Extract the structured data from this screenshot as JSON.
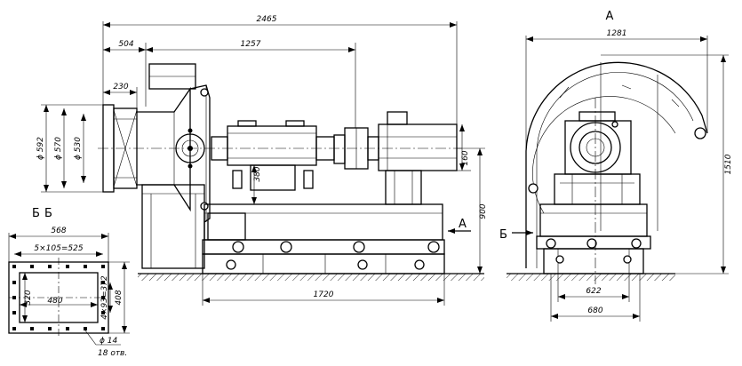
{
  "side_view": {
    "dims": {
      "overall_length": "2465",
      "inlet_length": "504",
      "center_to_motor": "1257",
      "flange_depth": "230",
      "flange_d1": "ϕ 592",
      "flange_d2": "ϕ 570",
      "flange_d3": "ϕ 530",
      "shaft_height": "380",
      "motor_height": "160",
      "axis_height": "900",
      "base_length": "1720"
    },
    "section_letter_A": "A",
    "section_letter_B": "Б"
  },
  "flange_view": {
    "title": "Б",
    "dims": {
      "outer_width": "568",
      "hole_pitch_h": "5×105=525",
      "inner_width": "480",
      "inner_height": "320",
      "hole_pitch_v": "4×93=372",
      "outer_height": "408",
      "hole_diameter": "ϕ 14",
      "hole_count": "18 отв."
    }
  },
  "front_view": {
    "title": "A",
    "section_letter_B": "Б",
    "dims": {
      "casing_width": "1281",
      "casing_height": "1510",
      "base_inner": "622",
      "base_outer": "680"
    }
  }
}
